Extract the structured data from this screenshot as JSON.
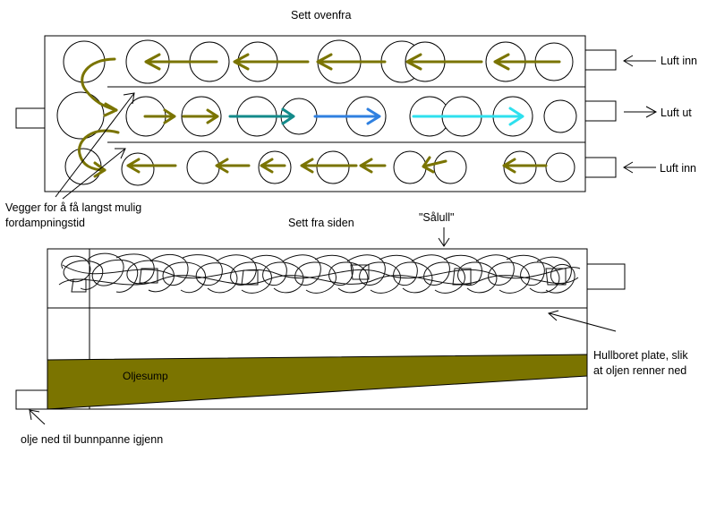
{
  "labels": {
    "top_title": "Sett ovenfra",
    "air_in_top": "Luft inn",
    "air_out": "Luft ut",
    "air_in_bottom": "Luft inn",
    "walls_line1": "Vegger for å få langst mulig",
    "walls_line2": "fordampningstid",
    "side_title": "Sett fra siden",
    "wool_label": "\"Sålull\"",
    "plate_line1": "Hullboret plate, slik",
    "plate_line2": "at oljen renner ned",
    "sump": "Oljesump",
    "return_label": "olje ned til bunnpanne igjenn"
  },
  "colors": {
    "olive": "#7a7400",
    "teal": "#138a8a",
    "blue": "#2f80e0",
    "cyan": "#2ee0ee",
    "sump_fill": "#7b7400",
    "outline": "#000000"
  }
}
